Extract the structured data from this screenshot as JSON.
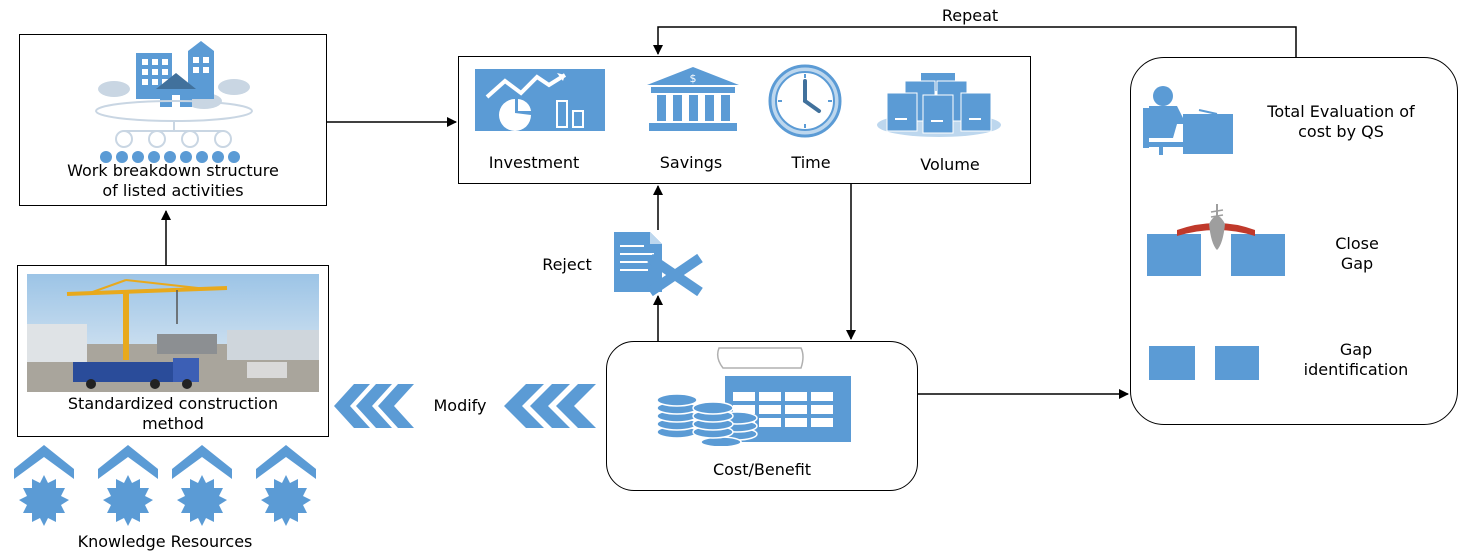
{
  "wbs": {
    "label_line1": "Work breakdown structure",
    "label_line2": "of listed activities"
  },
  "metrics": {
    "investment": "Investment",
    "savings": "Savings",
    "time": "Time",
    "volume": "Volume"
  },
  "repeat": "Repeat",
  "reject": "Reject",
  "modify": "Modify",
  "standardized": {
    "line1": "Standardized construction",
    "line2": "method"
  },
  "knowledge": "Knowledge Resources",
  "cost_benefit": "Cost/Benefit",
  "qs": {
    "line1": "Total Evaluation of",
    "line2": "cost by QS"
  },
  "close_gap": {
    "line1": "Close",
    "line2": "Gap"
  },
  "gap_id": {
    "line1": "Gap",
    "line2": "identification"
  },
  "colors": {
    "accent": "#5b9bd5",
    "accent_dark": "#41719c",
    "accent_light": "#bdd7ee",
    "grey": "#c9d6e3"
  }
}
